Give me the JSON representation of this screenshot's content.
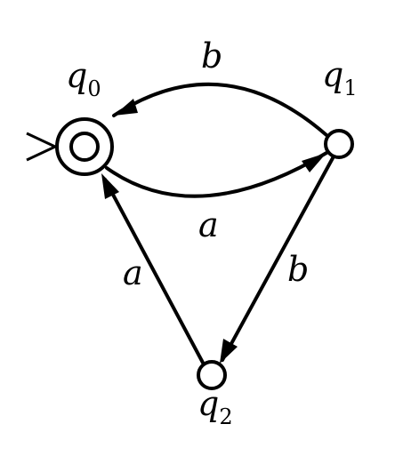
{
  "states": [
    {
      "id": "q0",
      "base": "q",
      "index": "0",
      "accepting": true,
      "initial": true
    },
    {
      "id": "q1",
      "base": "q",
      "index": "1",
      "accepting": false,
      "initial": false
    },
    {
      "id": "q2",
      "base": "q",
      "index": "2",
      "accepting": false,
      "initial": false
    }
  ],
  "transitions": [
    {
      "from": "q1",
      "to": "q0",
      "symbol": "b"
    },
    {
      "from": "q0",
      "to": "q1",
      "symbol": "a"
    },
    {
      "from": "q1",
      "to": "q2",
      "symbol": "b"
    },
    {
      "from": "q2",
      "to": "q0",
      "symbol": "a"
    }
  ]
}
